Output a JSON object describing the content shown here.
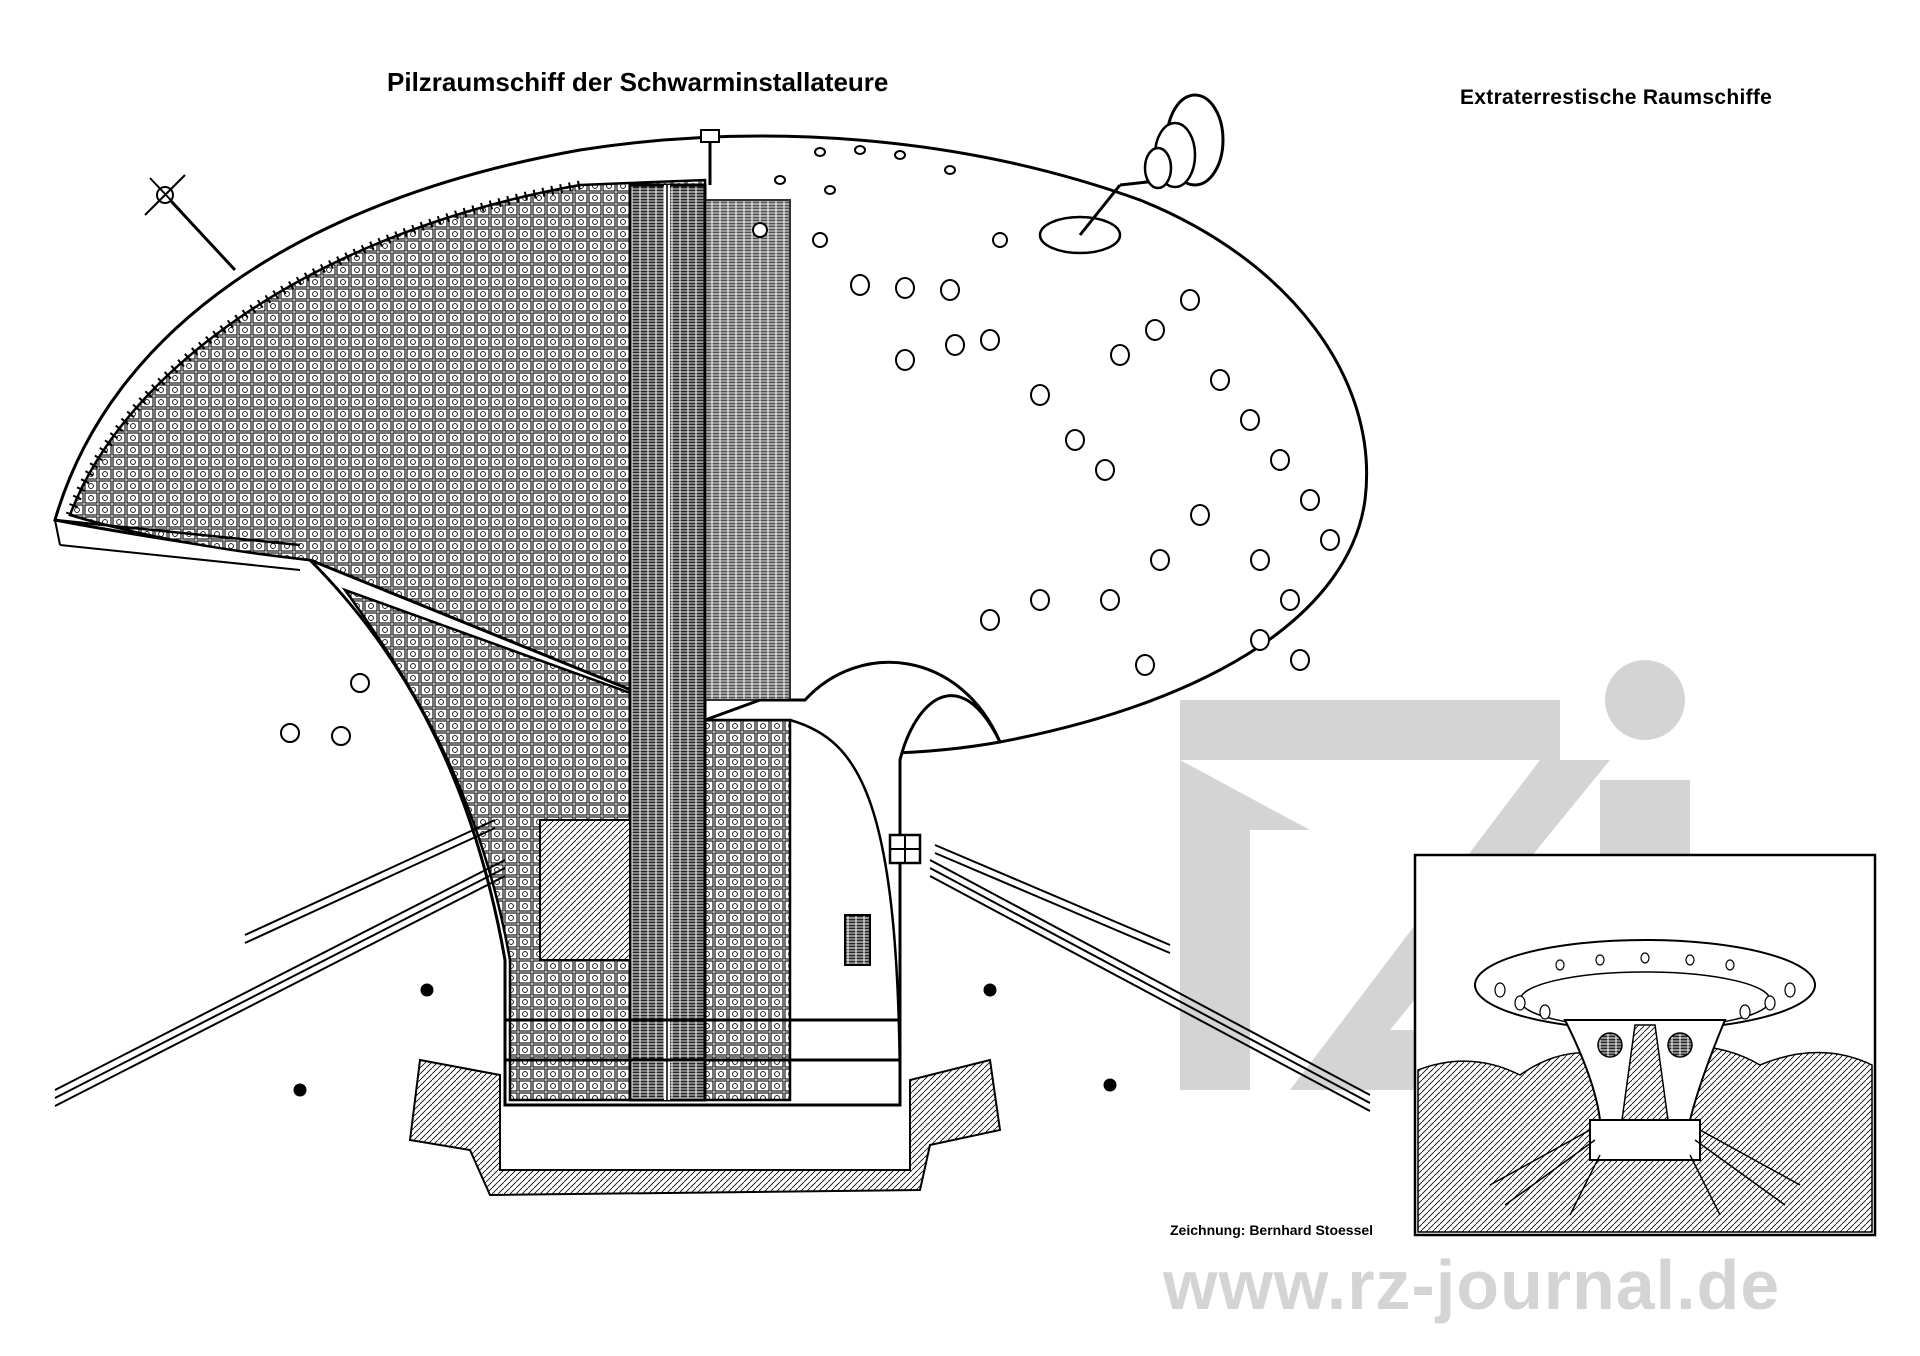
{
  "title": "Pilzraumschiff der Schwarminstallateure",
  "series_title": "Extraterrestische Raumschiffe",
  "credit": "Zeichnung: Bernhard Stoessel",
  "watermark": {
    "logo_text": "rzj",
    "url": "www.rz-journal.de",
    "color": "#d4d4d4"
  },
  "colors": {
    "ink": "#000000",
    "paper": "#ffffff"
  }
}
